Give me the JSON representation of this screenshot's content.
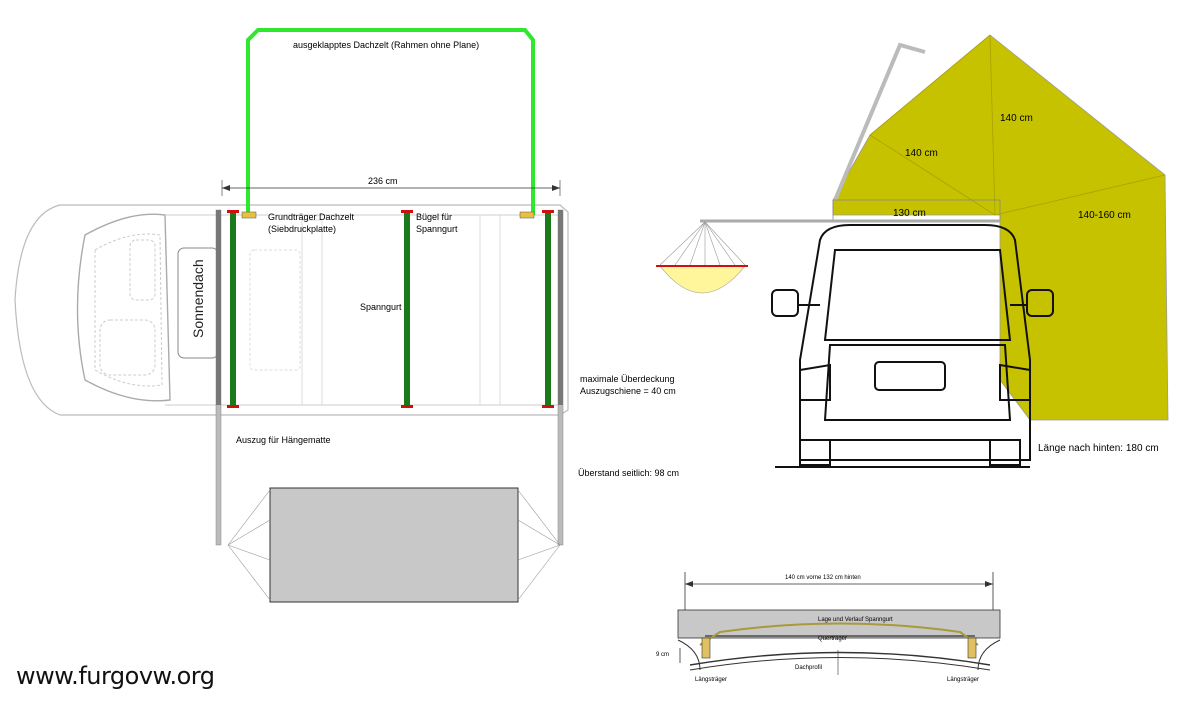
{
  "top_view": {
    "tent_frame_label": "ausgeklapptes Dachzelt (Rahmen ohne Plane)",
    "width_dim": "236 cm",
    "base_rail_label_1": "Grundträger Dachzelt",
    "base_rail_label_2": "(Siebdruckplatte)",
    "strap_bar_label_1": "Bügel für",
    "strap_bar_label_2": "Spanngurt",
    "strap_label": "Spanngurt",
    "sunroof_label": "Sonnendach",
    "overlap_label_1": "maximale Überdeckung",
    "overlap_label_2": "Auszugschiene = 40 cm",
    "hammock_label": "Auszug für Hängematte",
    "overhang_label": "Überstand seitlich: 98 cm"
  },
  "front_view": {
    "dim_140a": "140 cm",
    "dim_140b": "140 cm",
    "dim_130": "130 cm",
    "dim_140_160": "140-160 cm",
    "rear_length": "Länge nach hinten: 180 cm",
    "awning_color": "#c6c200"
  },
  "cross_section": {
    "width_dim": "140 cm vorne    132 cm hinten",
    "strap_path_label": "Lage und Verlauf Spanngurt",
    "crossbar_label": "Querträger",
    "height_label": "9 cm",
    "roof_profile_label": "Dachprofil",
    "long_rail_left": "Längsträger",
    "long_rail_right": "Längsträger"
  },
  "watermark": "www.furgovw.org",
  "colors": {
    "frame_green": "#2ee82e",
    "bar_green": "#1a7a1a",
    "awning": "#c6c200",
    "panel_gray": "#c8c8c8",
    "strap_red": "#d01010"
  }
}
